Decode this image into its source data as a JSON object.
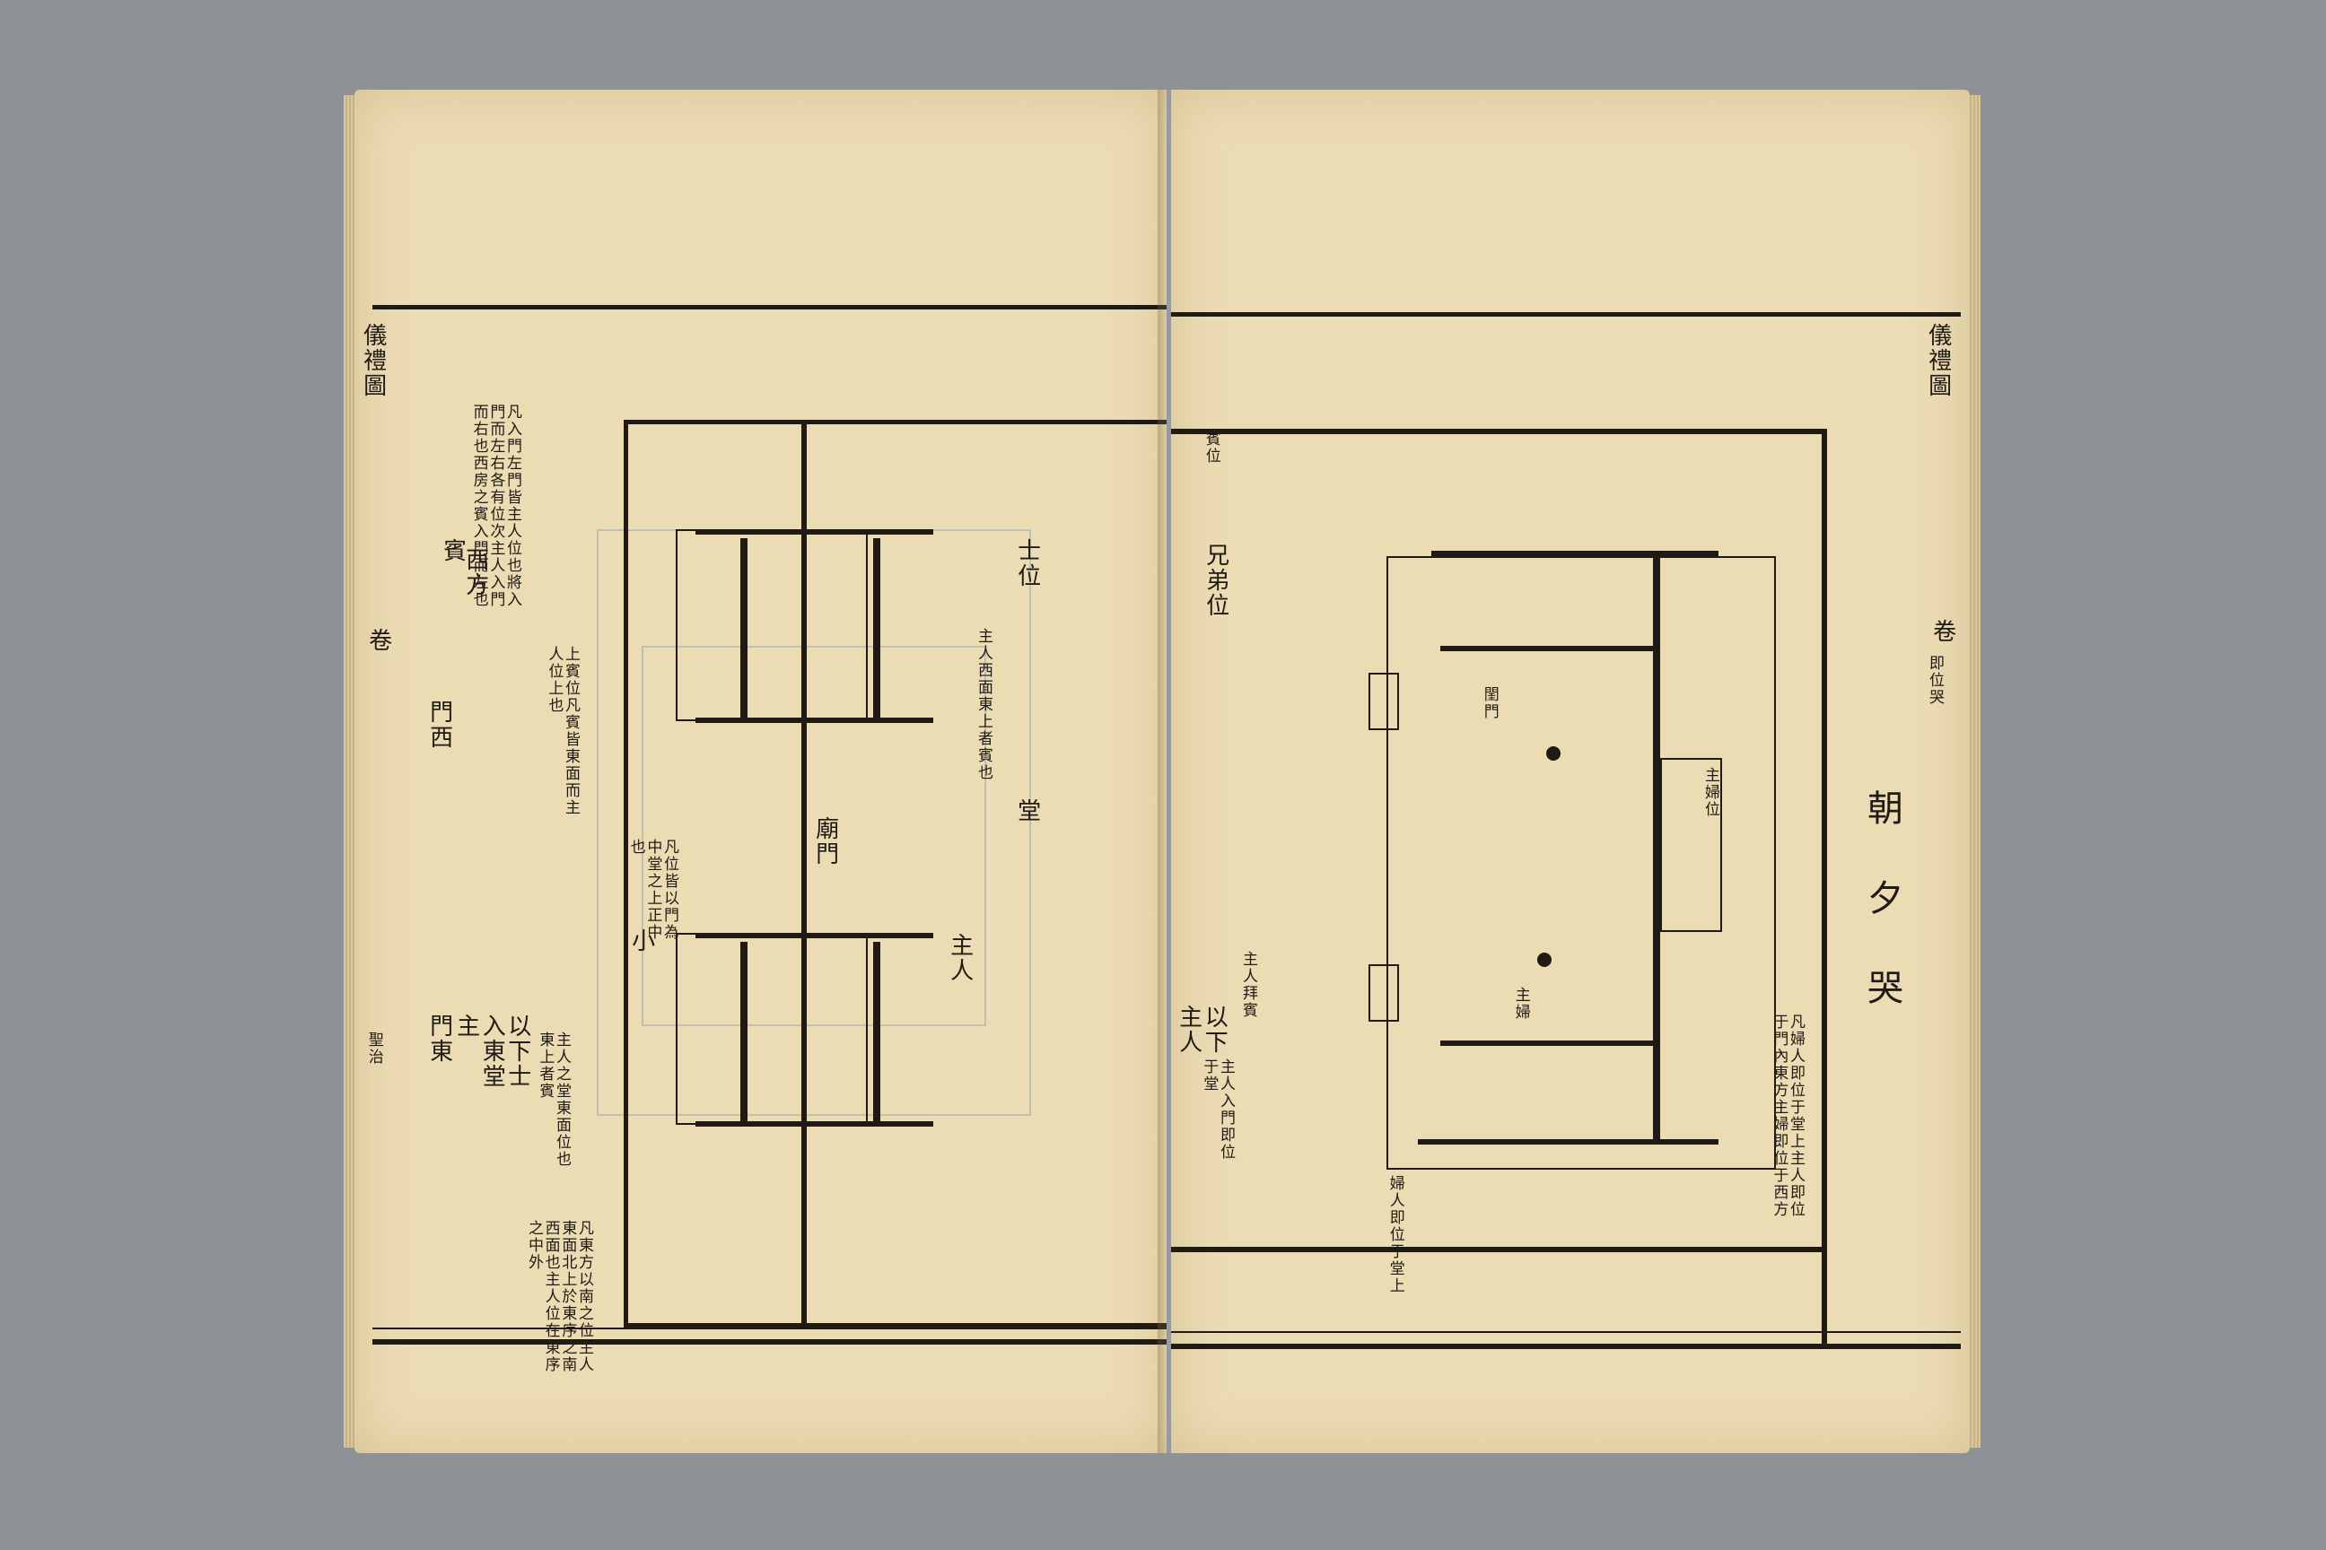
{
  "left_page": {
    "margin_title": "儀禮圖",
    "margin_sub": "卷",
    "margin_bottom": "聖治",
    "notes_top": "凡入門左門皆主人位也將入門而左右各有位次主人入門而右也西房之賓入門而左也",
    "west_room": "西方",
    "guest": "賓",
    "west_gate": "門西",
    "note_mid": "上賓位凡賓皆東面而主人位上也",
    "east_gate": "門東",
    "note_east": "主人之堂東面位也東上者賓",
    "note_low": "以下士入東堂主",
    "note_bottom": "凡東方以南之位主人東面北上於東序之南西面也主人位在東序之中外",
    "temple_gate": "廟門",
    "hall": "堂",
    "shi_wei": "士位",
    "lower_label": "主人",
    "note_center": "主人西面東上者賓也",
    "note_center2": "凡位皆以門為中堂之上正中也",
    "marker": "小"
  },
  "right_page": {
    "margin_title": "儀禮圖",
    "margin_sub": "卷",
    "heading": "朝夕哭",
    "heading_sub": "即位哭",
    "label_top": "兄弟位",
    "label_box": "閨門",
    "label_mid": "主婦位",
    "label_right": "主人拜賓",
    "label_lower": "以下主人",
    "label_lower2": "主人入門即位于堂",
    "label_bottom": "婦人即位于堂上",
    "label_corner": "賓位",
    "label_inner": "主婦",
    "note_right": "凡婦人即位于堂上主人即位于門內東方主婦即位于西方"
  }
}
